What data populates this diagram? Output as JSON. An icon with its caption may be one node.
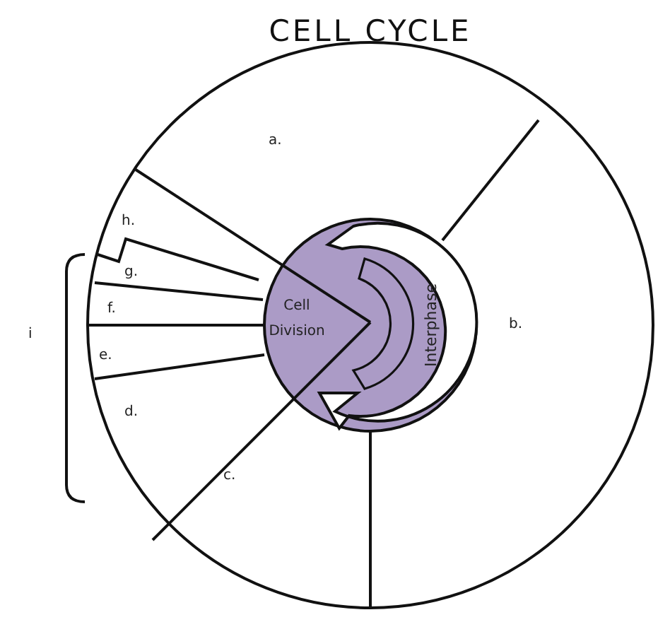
{
  "diagram": {
    "title": "CELL CYCLE",
    "nodes": [
      {
        "text": [
          "Cell Division",
          "Interphase"
        ]
      }
    ],
    "labels": [
      "a.",
      "h.",
      "g.",
      "b.",
      "f.",
      "i",
      "e.",
      "d.",
      "c."
    ]
  }
}
